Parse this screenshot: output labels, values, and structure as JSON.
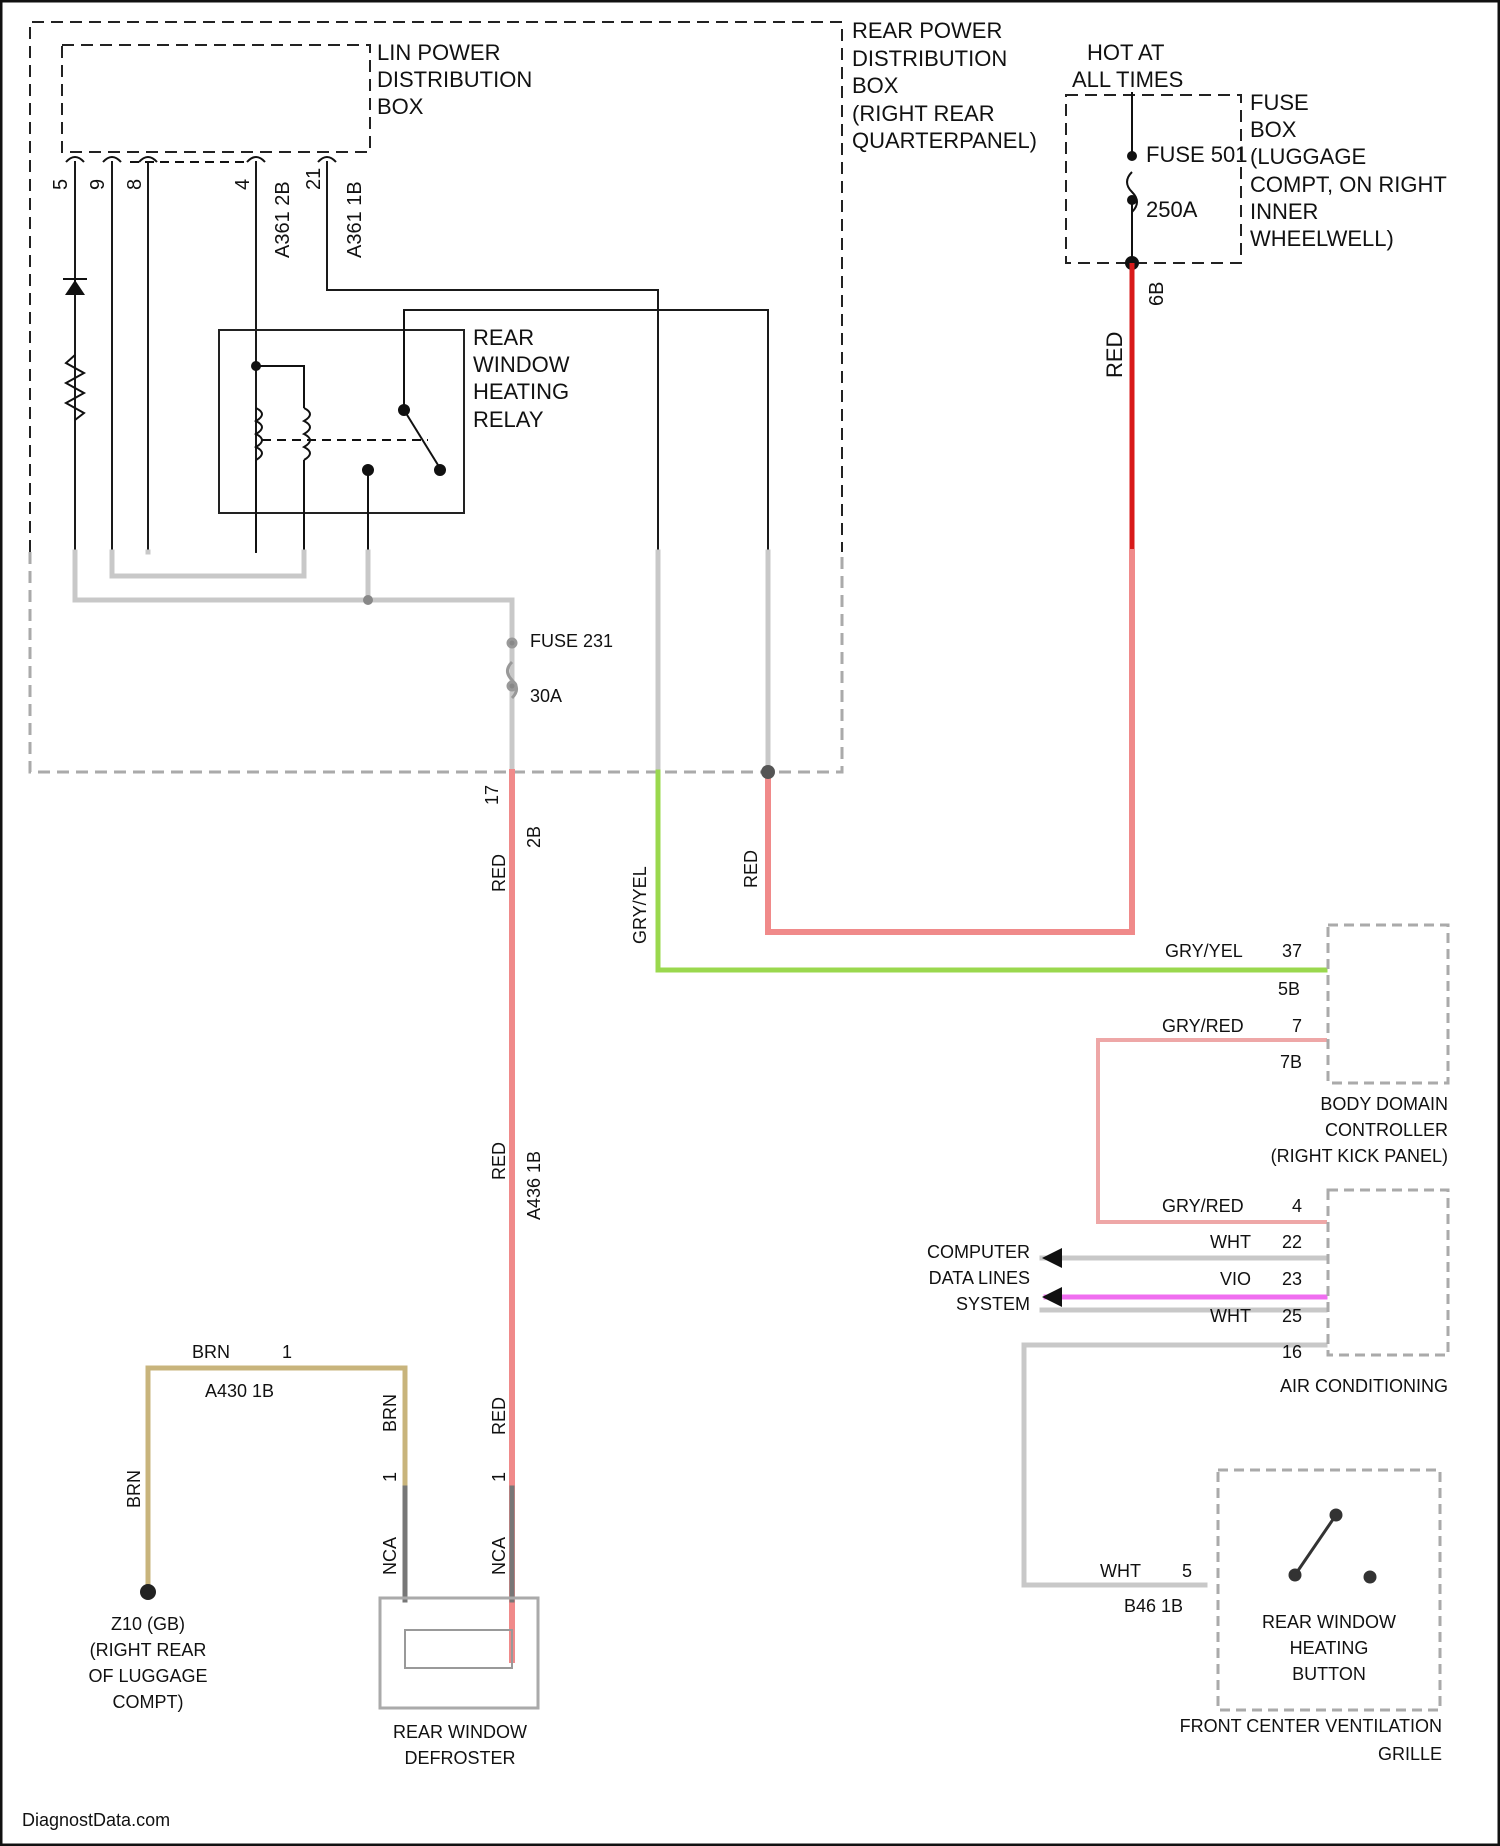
{
  "components": {
    "lin_box": [
      "LIN POWER",
      "DISTRIBUTION",
      "BOX"
    ],
    "rear_pdb": [
      "REAR POWER",
      "DISTRIBUTION",
      "BOX",
      "(RIGHT REAR",
      "QUARTERPANEL)"
    ],
    "hot": [
      "HOT AT",
      "ALL TIMES"
    ],
    "fuse_box": [
      "FUSE",
      "BOX",
      "(LUGGAGE",
      "COMPT, ON RIGHT",
      "INNER",
      "WHEELWELL)"
    ],
    "relay": [
      "REAR",
      "WINDOW",
      "HEATING",
      "RELAY"
    ],
    "fuse501": "FUSE 501",
    "fuse501_rating": "250A",
    "fuse231": "FUSE 231",
    "fuse231_rating": "30A",
    "bdc": [
      "BODY DOMAIN",
      "CONTROLLER",
      "(RIGHT KICK PANEL)"
    ],
    "ac": "AIR CONDITIONING",
    "cdl": [
      "COMPUTER",
      "DATA LINES",
      "SYSTEM"
    ],
    "button": [
      "REAR WINDOW",
      "HEATING",
      "BUTTON"
    ],
    "grille": [
      "FRONT CENTER VENTILATION",
      "GRILLE"
    ],
    "defroster": [
      "REAR WINDOW",
      "DEFROSTER"
    ],
    "ground": [
      "Z10 (GB)",
      "(RIGHT REAR",
      "OF LUGGAGE",
      "COMPT)"
    ],
    "footer": "DiagnostData.com"
  },
  "pins": {
    "lin": [
      "5",
      "9",
      "8",
      "4",
      "21"
    ],
    "c4": "A361 2B",
    "c21": "A361 1B",
    "c6b": "6B",
    "p17": "17",
    "p2b": "2B",
    "p37": "37",
    "p5b": "5B",
    "p7": "7",
    "p7b": "7B",
    "p4": "4",
    "p22": "22",
    "p23": "23",
    "p25": "25",
    "p16": "16",
    "a436": "A436 1B",
    "a430": "A430 1B",
    "a1": "1",
    "d1a": "1",
    "d1b": "1",
    "nca1": "NCA",
    "nca2": "NCA",
    "b5": "5",
    "b446": "B46 1B"
  },
  "wires": {
    "red_main": "RED",
    "red_fuse": "RED",
    "red_pdb": "RED",
    "red_mid": "RED",
    "red_low": "RED",
    "gry_yel_v": "GRY/YEL",
    "gry_yel_h": "GRY/YEL",
    "gry_red1": "GRY/RED",
    "gry_red2": "GRY/RED",
    "wht1": "WHT",
    "vio": "VIO",
    "wht2": "WHT",
    "brn1": "BRN",
    "brn2": "BRN",
    "brn3": "BRN",
    "wht_btn": "WHT"
  },
  "colors": {
    "red": "#d81a1a",
    "red_blur": "#f08a8a",
    "gry_yel": "#9ad84e",
    "gry_red": "#eea7a7",
    "violet": "#f06ef0",
    "brown": "#c8b47c",
    "grey": "#c8c8c8",
    "dark": "#1a1a1a"
  }
}
